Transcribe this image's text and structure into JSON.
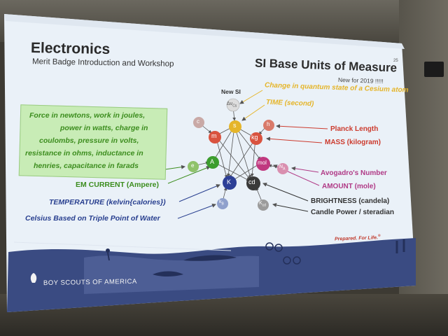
{
  "slide": {
    "title": "Electronics",
    "subtitle": "Merit Badge Introduction and Workshop",
    "heading": "SI Base Units of Measure",
    "new_for": "New for 2019 !!!!!",
    "page_number": "25",
    "footer": "BOY SCOUTS OF AMERICA",
    "tagline": "Prepared. For Life.",
    "registered": "®"
  },
  "green_box": {
    "lines": [
      "Force in newtons, work in joules,",
      "power in watts, charge in",
      "coulombs, pressure in volts,",
      "resistance in ohms, inductance in",
      "henries, capacitance in farads"
    ]
  },
  "labels": {
    "new_si": "New SI",
    "cesium": "Change in quantum state of a Cesium atom",
    "time": "TIME (second)",
    "planck": "Planck Length",
    "mass": "MASS (kilogram)",
    "avogadro": "Avogadro's Number",
    "amount": "AMOUNT (mole)",
    "brightness": "BRIGHTNESS (candela)",
    "candle": "Candle Power / steradian",
    "em_current": "EM CURRENT (Ampere)",
    "temperature": "TEMPERATURE  (kelvin{calories})",
    "celsius": "Celsius Based on Triple Point of Water"
  },
  "nodes": {
    "dnu": "Δν",
    "dnu_sub": "Cs",
    "c": "c",
    "s": "s",
    "h": "h",
    "m": "m",
    "kg": "kg",
    "e": "e",
    "A": "A",
    "mol": "mol",
    "NA": "N",
    "NA_sub": "A",
    "K": "K",
    "cd": "cd",
    "kB": "k",
    "kB_sub": "B",
    "Kcd": "K",
    "Kcd_sub": "cd"
  },
  "colors": {
    "slide_bg": "#e9f0f7",
    "yellow": "#e5b52a",
    "red": "#cc3b2e",
    "magenta": "#b03a86",
    "green": "#3c8d1e",
    "navy": "#283f8f",
    "dark": "#333333",
    "footer_bg": "#394a80"
  }
}
